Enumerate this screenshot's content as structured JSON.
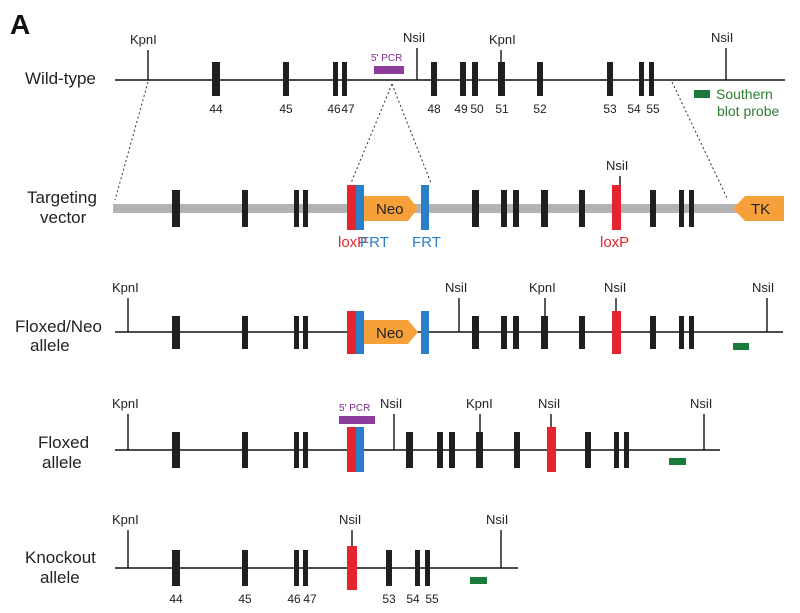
{
  "panel_label": "A",
  "row_labels": {
    "wildtype": "Wild-type",
    "targeting_1": "Targeting",
    "targeting_2": "vector",
    "floxed_neo_1": "Floxed/Neo",
    "floxed_neo_2": "allele",
    "floxed_1": "Floxed",
    "floxed_2": "allele",
    "knockout_1": "Knockout",
    "knockout_2": "allele"
  },
  "sites": {
    "kpn": "KpnI",
    "nsi": "NsiI"
  },
  "exons": {
    "e44": "44",
    "e45": "45",
    "e46": "46",
    "e47": "47",
    "e48": "48",
    "e49": "49",
    "e50": "50",
    "e51": "51",
    "e52": "52",
    "e53": "53",
    "e54": "54",
    "e55": "55"
  },
  "elements": {
    "pcr": "5' PCR",
    "neo": "Neo",
    "tk": "TK",
    "loxp": "loxP",
    "frt": "FRT",
    "probe_1": "Southern",
    "probe_2": "blot probe"
  },
  "colors": {
    "exon": "#1f1f1f",
    "loxp": "#e5242d",
    "frt": "#2b7fc8",
    "cassette": "#f6a03a",
    "vector_backbone": "#b3b3b3",
    "pcr": "#8e3b9e",
    "probe": "#1b7a3a"
  }
}
